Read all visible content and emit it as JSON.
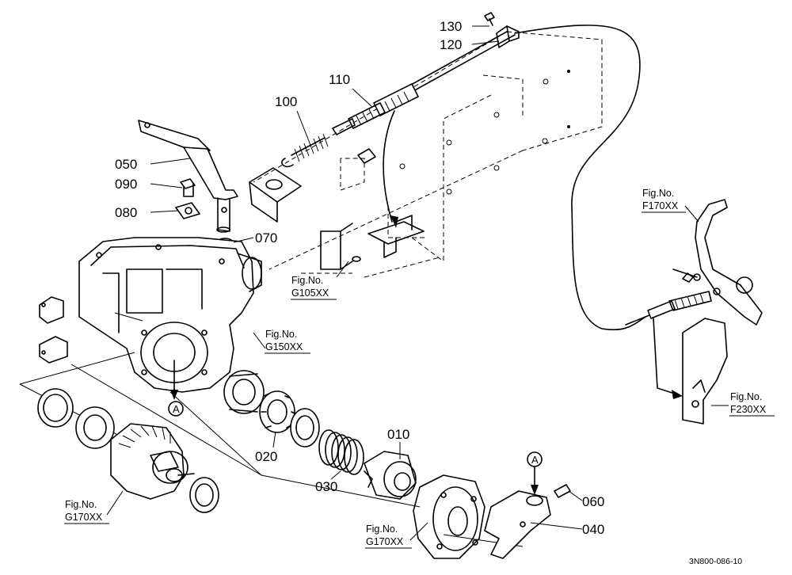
{
  "parts": {
    "p130": "130",
    "p120": "120",
    "p110": "110",
    "p100": "100",
    "p050": "050",
    "p090": "090",
    "p080": "080",
    "p070": "070",
    "p020": "020",
    "p030": "030",
    "p010": "010",
    "p060": "060",
    "p040": "040"
  },
  "figure_refs": {
    "fig_label": "Fig.No.",
    "f170": "F170XX",
    "g105": "G105XX",
    "g150": "G150XX",
    "f230": "F230XX",
    "g170_left": "G170XX",
    "g170_bottom": "G170XX"
  },
  "callouts": {
    "a_left": "A",
    "a_right": "A"
  },
  "footer": {
    "drawing_code": "3N800-086-10"
  }
}
